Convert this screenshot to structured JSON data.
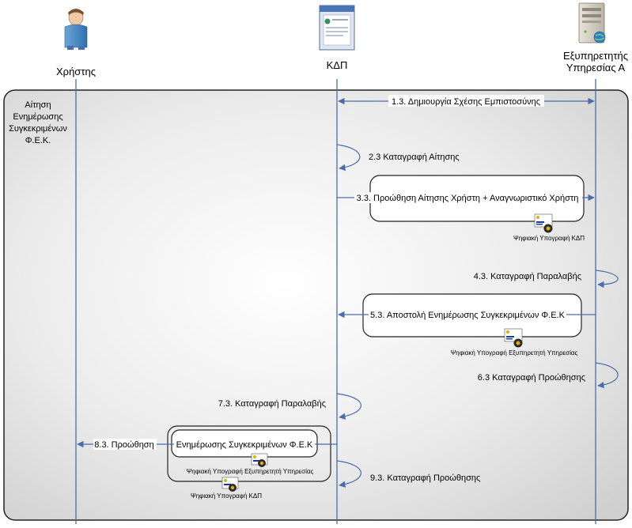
{
  "actors": [
    {
      "id": "user",
      "label": "Χρήστης"
    },
    {
      "id": "kdp",
      "label": "ΚΔΠ"
    },
    {
      "id": "service",
      "label_lines": [
        "Εξυπηρετητής",
        "Υπηρεσίας Α"
      ]
    }
  ],
  "frame": {
    "title_lines": [
      "Αίτηση",
      "Ενημέρωσης",
      "Συγκεκριμένων",
      "Φ.Ε.Κ."
    ]
  },
  "messages": [
    {
      "id": "m1",
      "label": "1.3.  Δημιουργία Σχέσης Εμπιστοσύνης"
    },
    {
      "id": "m2",
      "label": "2.3  Καταγραφή Αίτησης"
    },
    {
      "id": "m3",
      "label": "3.3.  Προώθηση Αίτησης Χρήστη + Αναγνωριστικό Χρήστη"
    },
    {
      "id": "m4",
      "label": "4.3.  Καταγραφή Παραλαβής"
    },
    {
      "id": "m5",
      "label": "5.3.  Αποστολή Ενημέρωσης Συγκεκριμένων Φ.Ε.Κ"
    },
    {
      "id": "m6",
      "label": "6.3  Καταγραφή Προώθησης"
    },
    {
      "id": "m7",
      "label": "7.3.  Καταγραφή Παραλαβής"
    },
    {
      "id": "m8",
      "label": "8.3.  Προώθηση"
    },
    {
      "id": "m8b",
      "label": "Ενημέρωσης Συγκεκριμένων Φ.Ε.Κ"
    },
    {
      "id": "m9",
      "label": "9.3.  Καταγραφή Προώθησης"
    }
  ],
  "signatures": [
    {
      "id": "sig1",
      "label": "Ψηφιακή Υπογραφή ΚΔΠ"
    },
    {
      "id": "sig2",
      "label": "Ψηφιακή Υπογραφή Εξυπηρετητή Υπηρεσίας"
    },
    {
      "id": "sig3",
      "label": "Ψηφιακή Υπογραφή Εξυπηρετητή Υπηρεσίας"
    },
    {
      "id": "sig4",
      "label": "Ψηφιακή Υπογραφή ΚΔΠ"
    }
  ],
  "colors": {
    "lifeline": "#4a6ea9",
    "frame_border": "#222222",
    "frame_fill_center": "#ffffff",
    "frame_fill_edge": "#d2d2d2",
    "text": "#000000"
  }
}
